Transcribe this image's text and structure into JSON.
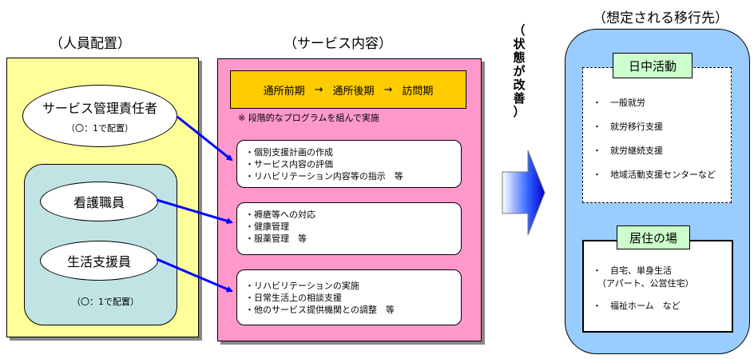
{
  "titles": {
    "staff": "（人員配置）",
    "service": "（サービス内容）",
    "destination": "（想定される移行先）"
  },
  "staff": {
    "manager": {
      "label": "サービス管理責任者",
      "note": "（〇：1で配置）"
    },
    "nurse": {
      "label": "看護職員"
    },
    "support": {
      "label": "生活支援員"
    },
    "group_note": "（〇：1で配置）"
  },
  "service": {
    "phases": [
      "通所前期",
      "通所後期",
      "訪問期"
    ],
    "phase_arrow": "→",
    "note": "※ 段階的なプログラムを組んで実施",
    "boxes": [
      {
        "lines": [
          "・個別支援計画の作成",
          "・サービス内容の評価",
          "・リハビリテーション内容等の指示　等"
        ]
      },
      {
        "lines": [
          "・褥瘡等への対応",
          "・健康管理",
          "・服薬管理　等"
        ]
      },
      {
        "lines": [
          "・リハビリテーションの実施",
          "・日常生活上の相談支援",
          "・他のサービス提供機関との調整　等"
        ]
      }
    ]
  },
  "transition": {
    "chars": [
      "（",
      "状",
      "態",
      "が",
      "改",
      "善",
      "）"
    ]
  },
  "destination": {
    "daytime": {
      "label": "日中活動",
      "items": [
        "・　一般就労",
        "・　就労移行支援",
        "・　就労継続支援",
        "・　地域活動支援センターなど"
      ]
    },
    "residence": {
      "label": "居住の場",
      "items": [
        "・　自宅、単身生活",
        "（アパート、公営住宅）",
        "・　福祉ホーム　など"
      ]
    }
  },
  "colors": {
    "staff_panel": "#ffff99",
    "staff_inner": "#c0e4e4",
    "service_panel": "#ff99cc",
    "phase_bar": "#ffcc00",
    "destination_panel": "#99ccff",
    "label_box": "#ccffcc",
    "connector": "#0000ff"
  }
}
